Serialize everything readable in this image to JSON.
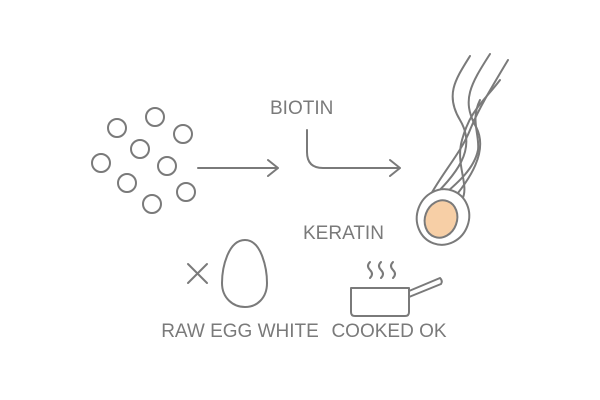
{
  "labels": {
    "biotin": "BIOTIN",
    "keratin": "KERATIN",
    "raw_egg_white": "RAW EGG WHITE",
    "cooked_ok": "COOKED OK"
  },
  "colors": {
    "line": "#7a7a7a",
    "hair_core": "#f7cfa6"
  }
}
